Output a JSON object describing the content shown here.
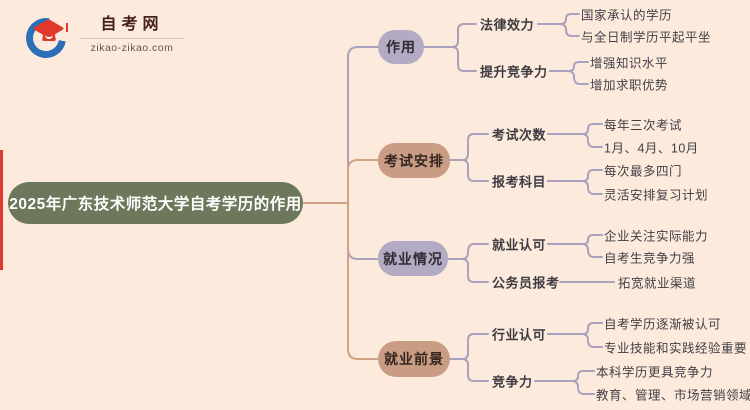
{
  "logo": {
    "site_name": "自考网",
    "domain": "zikao-zikao.com"
  },
  "root_label": "2025年广东技术师范大学自考学历的作用",
  "branches": [
    {
      "label": "作用",
      "children": [
        {
          "label": "法律效力",
          "leaves": [
            "国家承认的学历",
            "与全日制学历平起平坐"
          ]
        },
        {
          "label": "提升竞争力",
          "leaves": [
            "增强知识水平",
            "增加求职优势"
          ]
        }
      ]
    },
    {
      "label": "考试安排",
      "children": [
        {
          "label": "考试次数",
          "leaves": [
            "每年三次考试",
            "1月、4月、10月"
          ]
        },
        {
          "label": "报考科目",
          "leaves": [
            "每次最多四门",
            "灵活安排复习计划"
          ]
        }
      ]
    },
    {
      "label": "就业情况",
      "children": [
        {
          "label": "就业认可",
          "leaves": [
            "企业关注实际能力",
            "自考生竞争力强"
          ]
        },
        {
          "label": "公务员报考",
          "leaves": [
            "拓宽就业渠道"
          ]
        }
      ]
    },
    {
      "label": "就业前景",
      "children": [
        {
          "label": "行业认可",
          "leaves": [
            "自考学历逐渐被认可",
            "专业技能和实践经验重要"
          ]
        },
        {
          "label": "竞争力",
          "leaves": [
            "本科学历更具竞争力",
            "教育、管理、市场营销领域"
          ]
        }
      ]
    }
  ],
  "colors": {
    "background": "#fcebdc",
    "root_fill": "#6d775b",
    "root_text": "#ffffff",
    "purple_fill": "#b2abc3",
    "salmon_fill": "#c99c84",
    "purple_line": "#a9a1bd",
    "salmon_line": "#d2a287",
    "text": "#3e3b42",
    "logo_red": "#e0392b",
    "logo_blue": "#2a6fb8",
    "accent_bar": "#e0382a"
  }
}
